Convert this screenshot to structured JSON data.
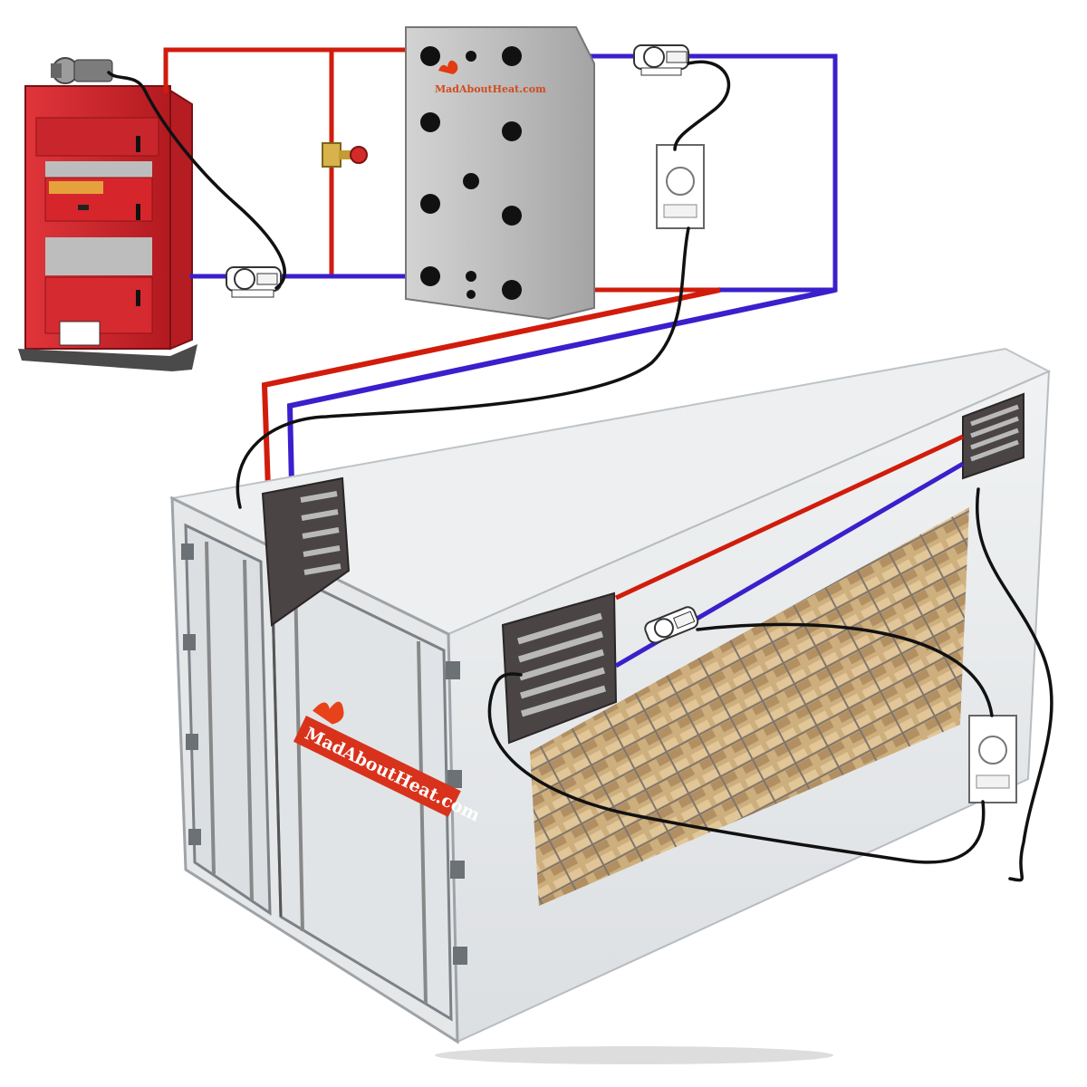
{
  "brand": {
    "tank_logo": "MadAboutHeat.com",
    "container_logo": "MadAboutHeat.com"
  },
  "colors": {
    "flow_pipe": "#d11c0c",
    "return_pipe": "#3a1fcc",
    "wire": "#111111",
    "boiler": "#d8242b",
    "tank": "#b9b9b9",
    "container": "#e7e9eb",
    "heater": "#4b4b4b",
    "firewood": "#c9a46a"
  },
  "components": [
    {
      "name": "boiler",
      "icon": "wood-boiler-icon"
    },
    {
      "name": "buffer-tank",
      "icon": "thermal-store-icon"
    },
    {
      "name": "bypass-valve",
      "icon": "valve-icon"
    },
    {
      "name": "boiler-circulation-pump",
      "icon": "pump-icon"
    },
    {
      "name": "kiln-circulation-pump",
      "icon": "pump-icon"
    },
    {
      "name": "heater-circulation-pump",
      "icon": "pump-icon"
    },
    {
      "name": "pump-thermostat",
      "icon": "thermostat-icon"
    },
    {
      "name": "kiln-thermostat",
      "icon": "thermostat-icon"
    },
    {
      "name": "container-kiln",
      "icon": "shipping-container-icon"
    },
    {
      "name": "fan-heater-front",
      "icon": "fan-heater-icon"
    },
    {
      "name": "fan-heater-mid",
      "icon": "fan-heater-icon"
    },
    {
      "name": "fan-heater-rear",
      "icon": "fan-heater-icon"
    },
    {
      "name": "firewood-stack",
      "icon": "firewood-icon"
    }
  ]
}
